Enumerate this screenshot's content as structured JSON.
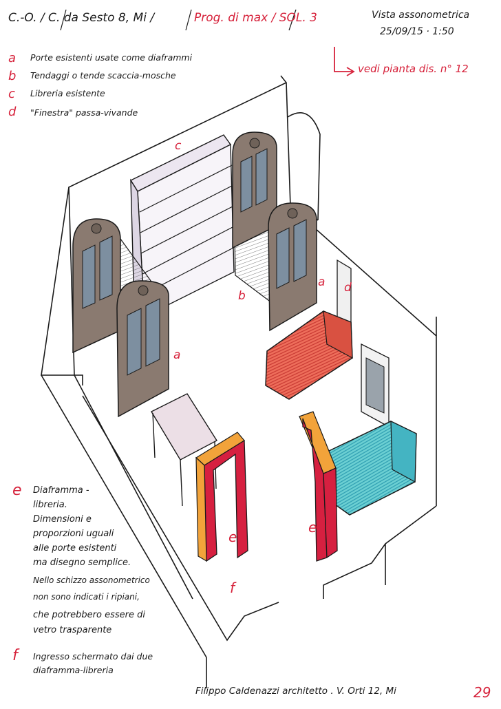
{
  "header": {
    "address": "C.-O. / C. da Sesto 8, Mi /",
    "project": "Prog. di max / SOL. 3",
    "view_type": "Vista assonometrica",
    "date_scale": "25/09/15 · 1:50",
    "plan_ref": "vedi pianta dis. n° 12"
  },
  "legend": [
    {
      "key": "a",
      "text": "Porte esistenti usate come diaframmi"
    },
    {
      "key": "b",
      "text": "Tendaggi o tende scaccia-mosche"
    },
    {
      "key": "c",
      "text": "Libreria esistente"
    },
    {
      "key": "d",
      "text": "\"Finestra\" passa-vivande"
    }
  ],
  "drawing_labels": {
    "c": "c",
    "b": "b",
    "a_right": "a",
    "d": "d",
    "a_left": "a",
    "e_left": "e",
    "e_right": "e",
    "f": "f"
  },
  "notes": {
    "e_key": "e",
    "e_lines": [
      "Diaframma -",
      "libreria.",
      "Dimensioni e",
      "proporzioni uguali",
      "alle porte esistenti",
      "ma disegno semplice.",
      "Nello schizzo assonometrico",
      "non sono indicati i ripiani,",
      "che potrebbero essere di",
      "vetro trasparente"
    ],
    "f_key": "f",
    "f_lines": [
      "Ingresso schermato dai due",
      "diaframma-libreria"
    ]
  },
  "footer": {
    "signature": "Filippo Caldenazzi architetto . V. Orti 12, Mi",
    "page_number": "29"
  },
  "colors": {
    "ink": "#1a1a1a",
    "accent_red": "#d6213a",
    "door_brown": "#8a7a70",
    "glass": "#7d8fa0",
    "sofa_red": "#e65a4a",
    "sofa_teal": "#55c4c9",
    "frame_red": "#d62040",
    "frame_orange": "#f2a33a",
    "shelf_lilac": "#ece6f0"
  }
}
